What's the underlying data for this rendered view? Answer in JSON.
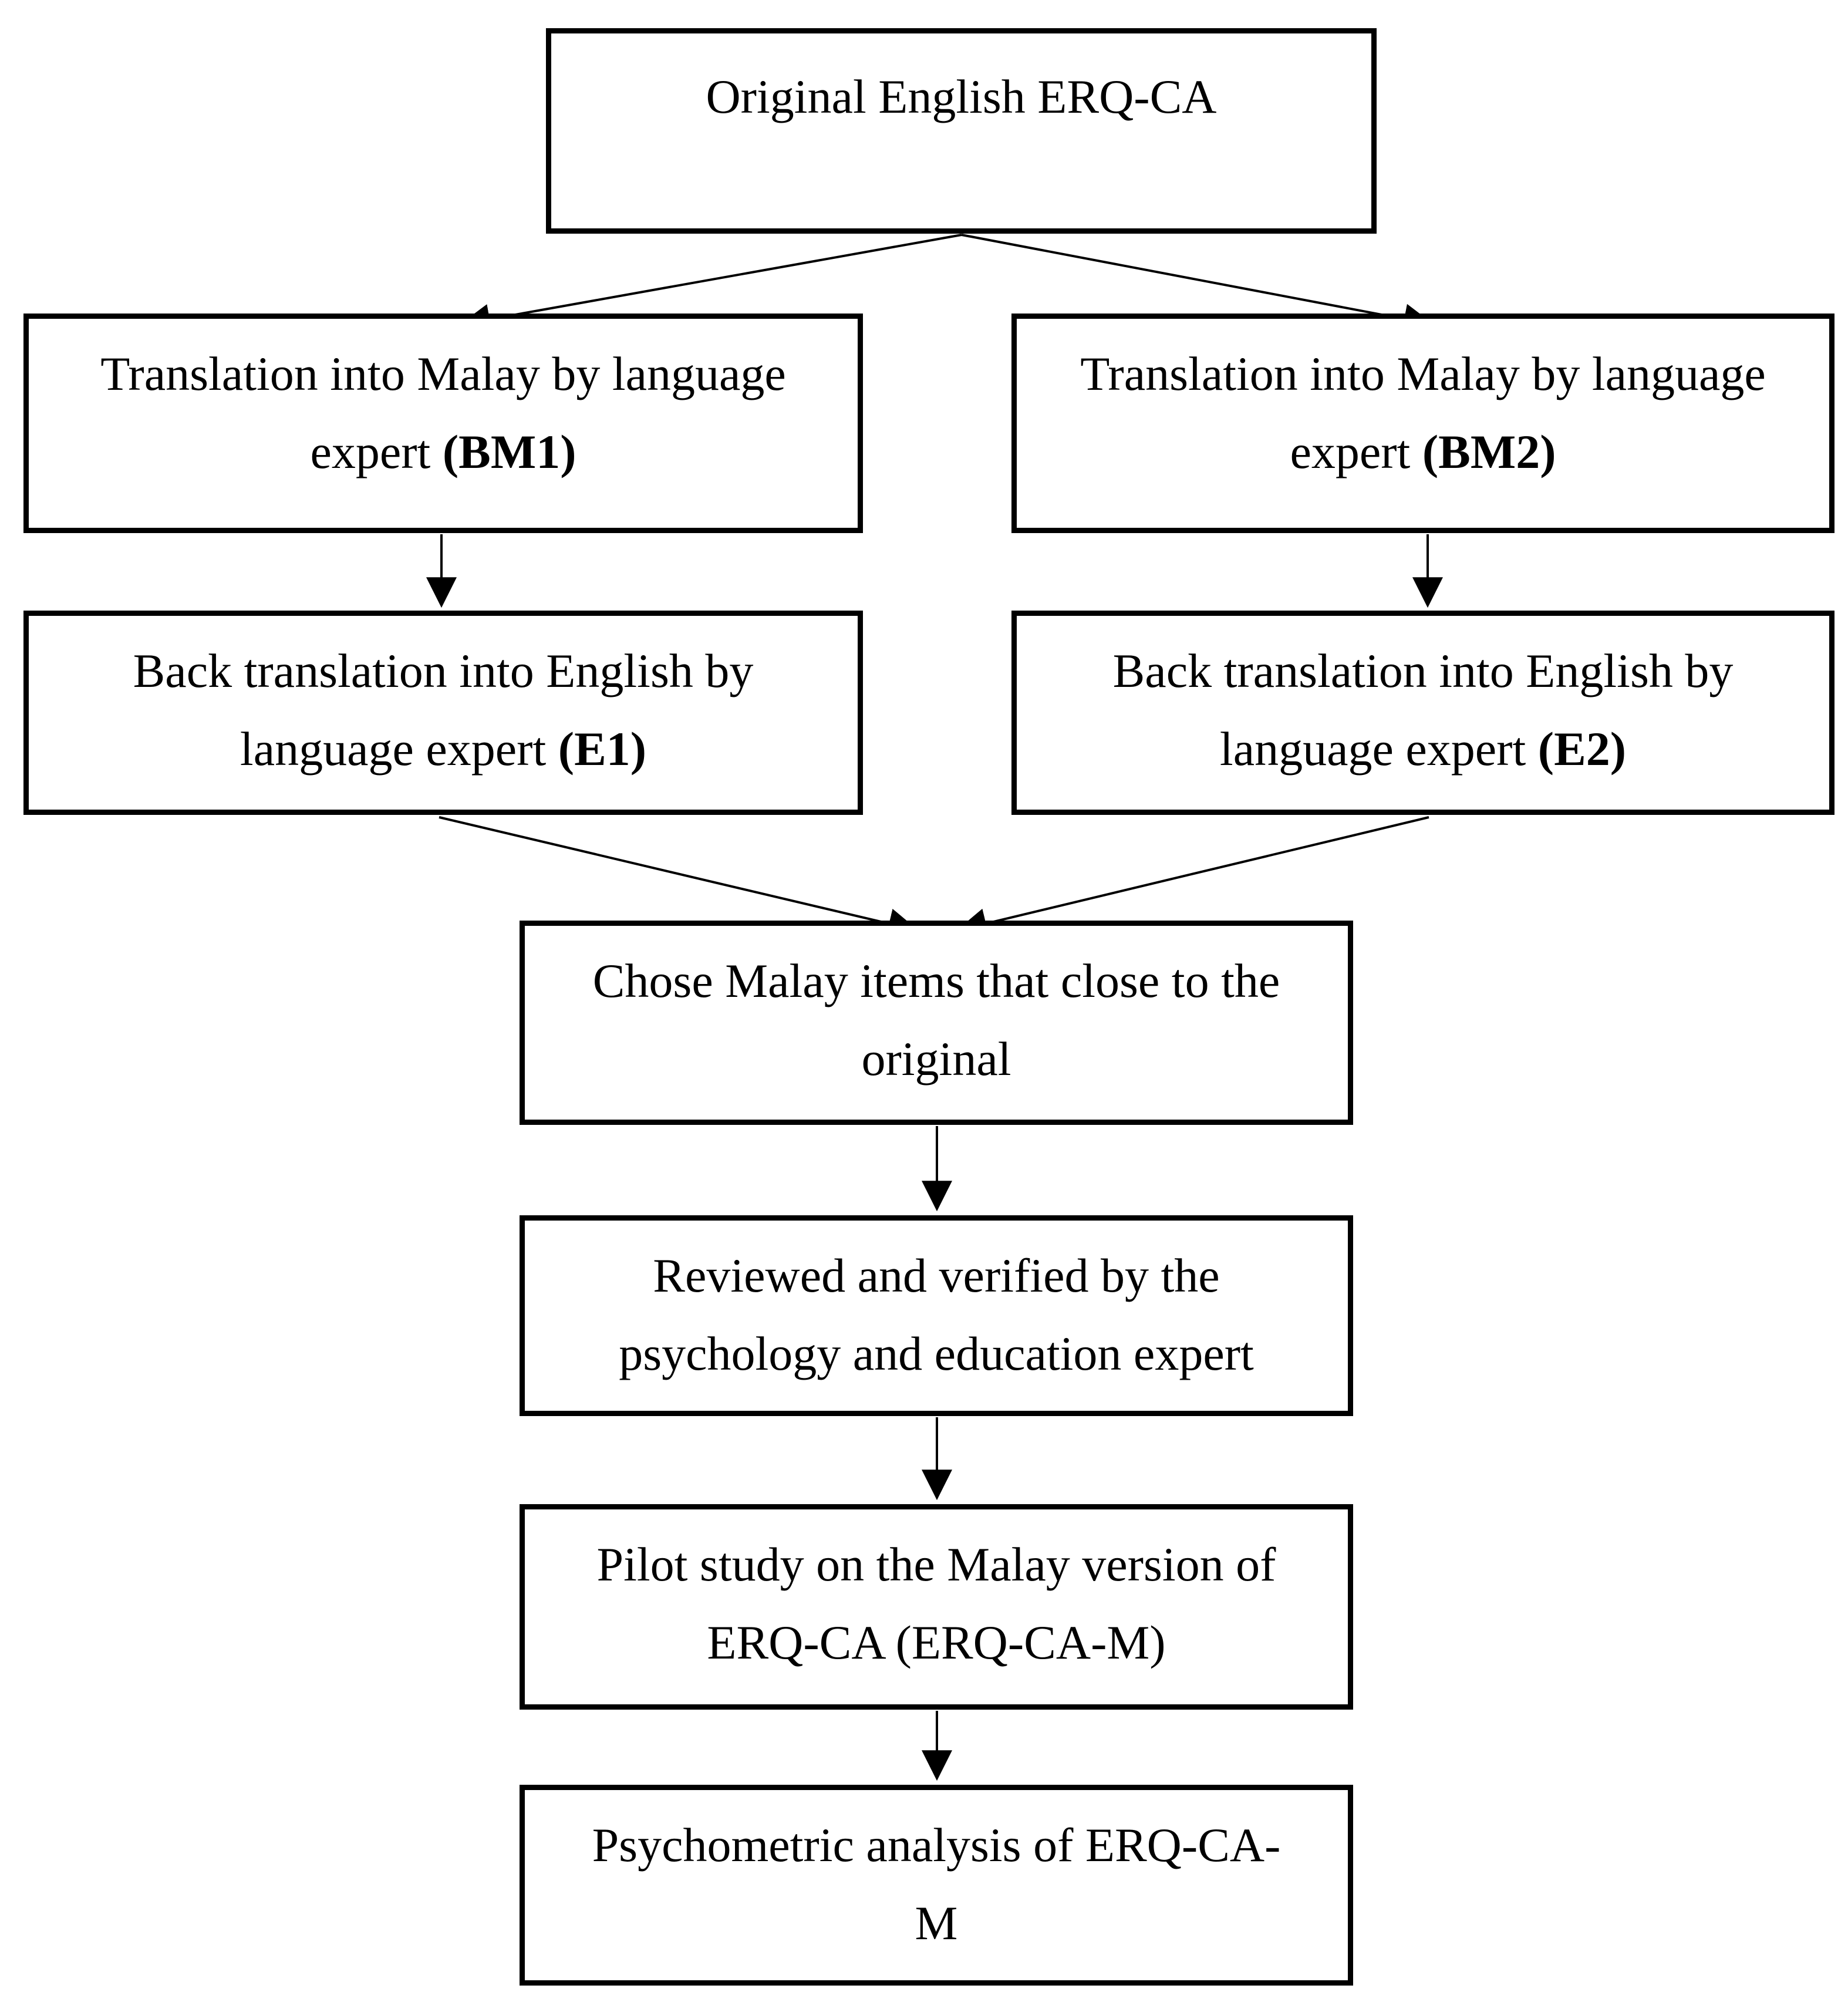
{
  "diagram": {
    "background_color": "#ffffff",
    "box_border_color": "#000000",
    "arrow_color": "#000000",
    "text_color": "#000000",
    "nodes": [
      {
        "id": "original",
        "lines": [
          {
            "pre": "Original English ERQ-CA",
            "bold": ""
          }
        ]
      },
      {
        "id": "bm1",
        "lines": [
          {
            "pre": "Translation into Malay by language",
            "bold": ""
          },
          {
            "pre": "expert ",
            "bold": "(BM1)"
          }
        ]
      },
      {
        "id": "bm2",
        "lines": [
          {
            "pre": "Translation into Malay by language",
            "bold": ""
          },
          {
            "pre": "expert ",
            "bold": "(BM2)"
          }
        ]
      },
      {
        "id": "e1",
        "lines": [
          {
            "pre": "Back translation into English by",
            "bold": ""
          },
          {
            "pre": "language expert ",
            "bold": "(E1)"
          }
        ]
      },
      {
        "id": "e2",
        "lines": [
          {
            "pre": "Back translation into English by",
            "bold": ""
          },
          {
            "pre": "language expert ",
            "bold": "(E2)"
          }
        ]
      },
      {
        "id": "chose",
        "lines": [
          {
            "pre": "Chose Malay items that close to the",
            "bold": ""
          },
          {
            "pre": "original",
            "bold": ""
          }
        ]
      },
      {
        "id": "reviewed",
        "lines": [
          {
            "pre": "Reviewed and verified by the",
            "bold": ""
          },
          {
            "pre": "psychology and education expert",
            "bold": ""
          }
        ]
      },
      {
        "id": "pilot",
        "lines": [
          {
            "pre": "Pilot study on the Malay version of",
            "bold": ""
          },
          {
            "pre": "ERQ-CA (ERQ-CA-M)",
            "bold": ""
          }
        ]
      },
      {
        "id": "psychometric",
        "lines": [
          {
            "pre": "Psychometric analysis of ERQ-CA-",
            "bold": ""
          },
          {
            "pre": "M",
            "bold": ""
          }
        ]
      }
    ],
    "edges": [
      {
        "from": "original",
        "to": "bm1"
      },
      {
        "from": "original",
        "to": "bm2"
      },
      {
        "from": "bm1",
        "to": "e1"
      },
      {
        "from": "bm2",
        "to": "e2"
      },
      {
        "from": "e1",
        "to": "chose"
      },
      {
        "from": "e2",
        "to": "chose"
      },
      {
        "from": "chose",
        "to": "reviewed"
      },
      {
        "from": "reviewed",
        "to": "pilot"
      },
      {
        "from": "pilot",
        "to": "psychometric"
      }
    ]
  }
}
